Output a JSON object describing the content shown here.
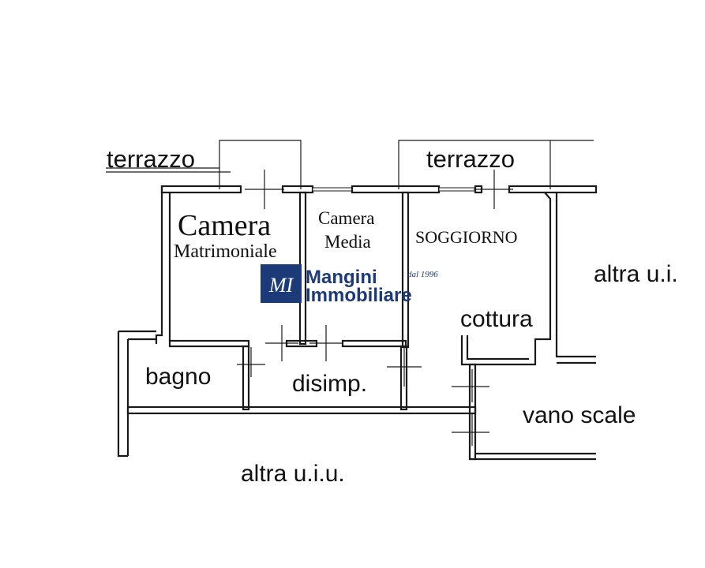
{
  "rooms": {
    "terrazzo_left": "terrazzo",
    "terrazzo_right": "terrazzo",
    "camera_matrimoniale_1": "Camera",
    "camera_matrimoniale_2": "Matrimoniale",
    "camera_media_1": "Camera",
    "camera_media_2": "Media",
    "soggiorno": "SOGGIORNO",
    "cottura": "cottura",
    "altra_ui": "altra u.i.",
    "bagno": "bagno",
    "disimp": "disimp.",
    "vano_scale": "vano scale",
    "altra_uiu": "altra u.i.u."
  },
  "logo": {
    "monogram": "MI",
    "line1": "Mangini",
    "line2": "Immobiliare",
    "tagline": "dal 1996"
  },
  "colors": {
    "brand": "#1d3a78",
    "wall": "#1a1a1a"
  }
}
